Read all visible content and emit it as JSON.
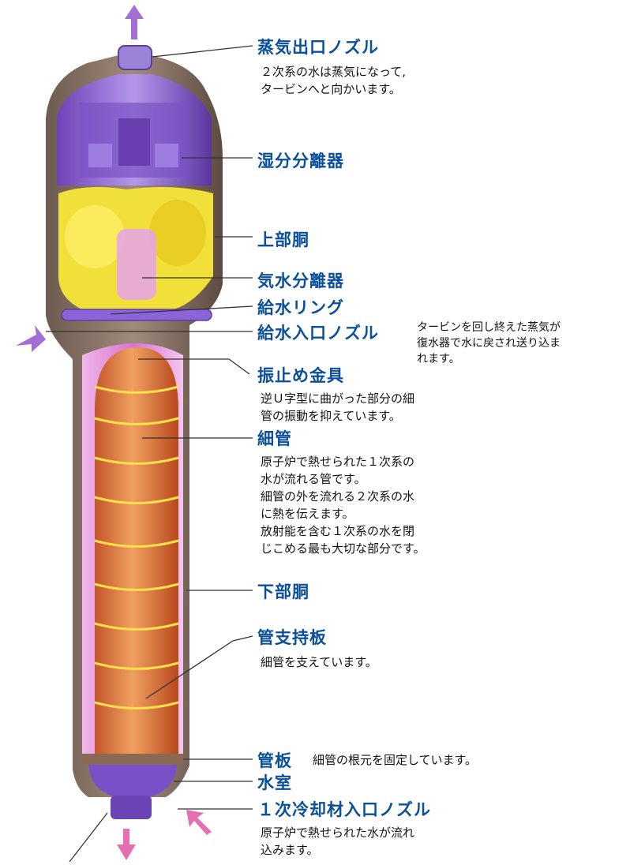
{
  "labels": {
    "steam_outlet": "蒸気出口ノズル",
    "moisture_separator": "湿分分離器",
    "upper_shell": "上部胴",
    "steam_water_separator": "気水分離器",
    "feedwater_ring": "給水リング",
    "feedwater_inlet": "給水入口ノズル",
    "anti_vibration": "振止め金具",
    "tubes": "細管",
    "lower_shell": "下部胴",
    "support_plate": "管支持板",
    "tube_sheet": "管板",
    "water_chamber": "水室",
    "coolant_inlet": "１次冷却材入口ノズル"
  },
  "descriptions": {
    "steam_outlet": [
      "２次系の水は蒸気になって,",
      "タービンへと向かいます。"
    ],
    "feedwater_inlet": [
      "タービンを回し終えた蒸気が",
      "復水器で水に戻され送り込ま",
      "れます。"
    ],
    "anti_vibration": [
      "逆Ｕ字型に曲がった部分の細",
      "管の振動を抑えています。"
    ],
    "tubes": [
      "原子炉で熱せられた１次系の",
      "水が流れる管です。",
      "細管の外を流れる２次系の水",
      "に熱を伝えます。",
      "放射能を含む１次系の水を閉",
      "じこめる最も大切な部分です。"
    ],
    "support_plate": [
      "細管を支えています。"
    ],
    "tube_sheet": [
      "細管の根元を固定しています。"
    ],
    "coolant_inlet": [
      "原子炉で熱せられた水が流れ",
      "込みます。"
    ]
  },
  "colors": {
    "label": "#0a4f9a",
    "shell": "#8a7466",
    "steam_dome": "#8e5fd6",
    "separator": "#f2e03a",
    "tube_bundle": "#e0893a",
    "tube_band": "#ffe14d",
    "downcomer": "#e9a3df",
    "arrow": "#a16fd6"
  },
  "icons": [
    "up-arrow-icon",
    "down-arrow-icon",
    "inflow-arrow-icon"
  ]
}
